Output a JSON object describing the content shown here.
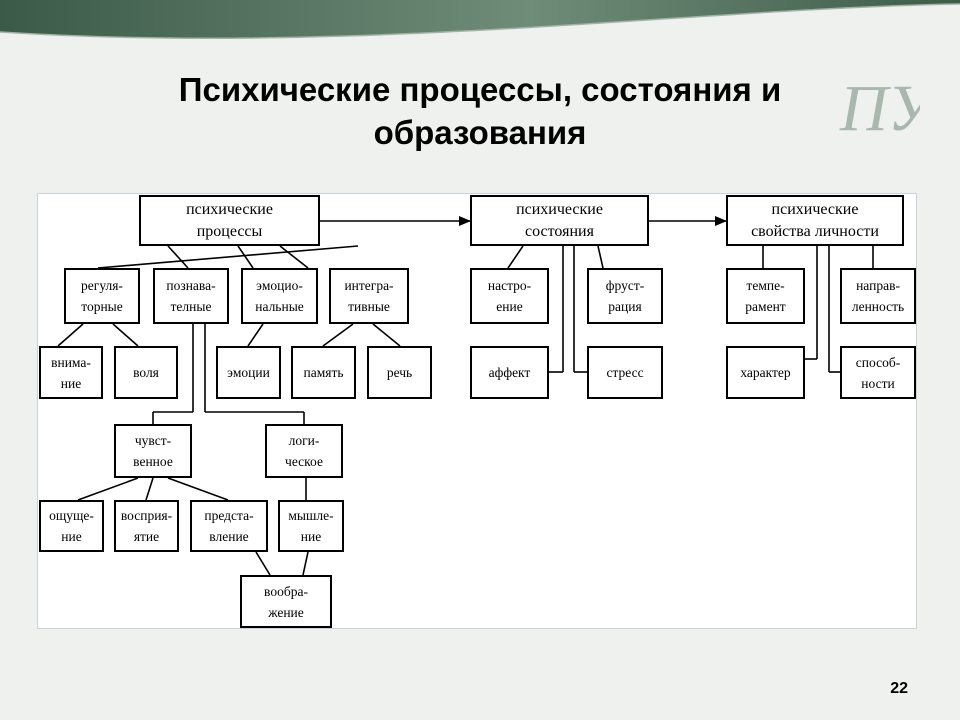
{
  "slide": {
    "title_line1": "Психические процессы, состояния и",
    "title_line2": "образования",
    "page_number": "22",
    "logo_letters": "ПУ",
    "colors": {
      "banner_dark": "#3b5a48",
      "banner_light": "#7e9a86",
      "background": "#eef1ee",
      "logo": "#a9b8ad"
    }
  },
  "diagram": {
    "top": {
      "processes": "психические\nпроцессы",
      "states": "психические\nсостояния",
      "properties": "психические\nсвойства личности"
    },
    "processes": {
      "regulatory": "регуля-\nторные",
      "cognitive": "познава-\nтелные",
      "emotional": "эмоцио-\nнальные",
      "integrative": "интегра-\nтивные",
      "attention": "внима-\nние",
      "will": "воля",
      "emotions": "эмоции",
      "memory": "память",
      "speech": "речь",
      "sensory": "чувст-\nвенное",
      "logical": "логи-\nческое",
      "sensation": "ощуще-\nние",
      "perception": "восприя-\nятие",
      "representation": "предста-\nвление",
      "thinking": "мышле-\nние",
      "imagination": "вообра-\nжение"
    },
    "states": {
      "mood": "настро-\nение",
      "frustration": "фруст-\nрация",
      "affect": "аффект",
      "stress": "стресс"
    },
    "properties": {
      "temperament": "темпе-\nрамент",
      "orientation": "направ-\nленность",
      "character": "характер",
      "abilities": "способ-\nности"
    }
  }
}
